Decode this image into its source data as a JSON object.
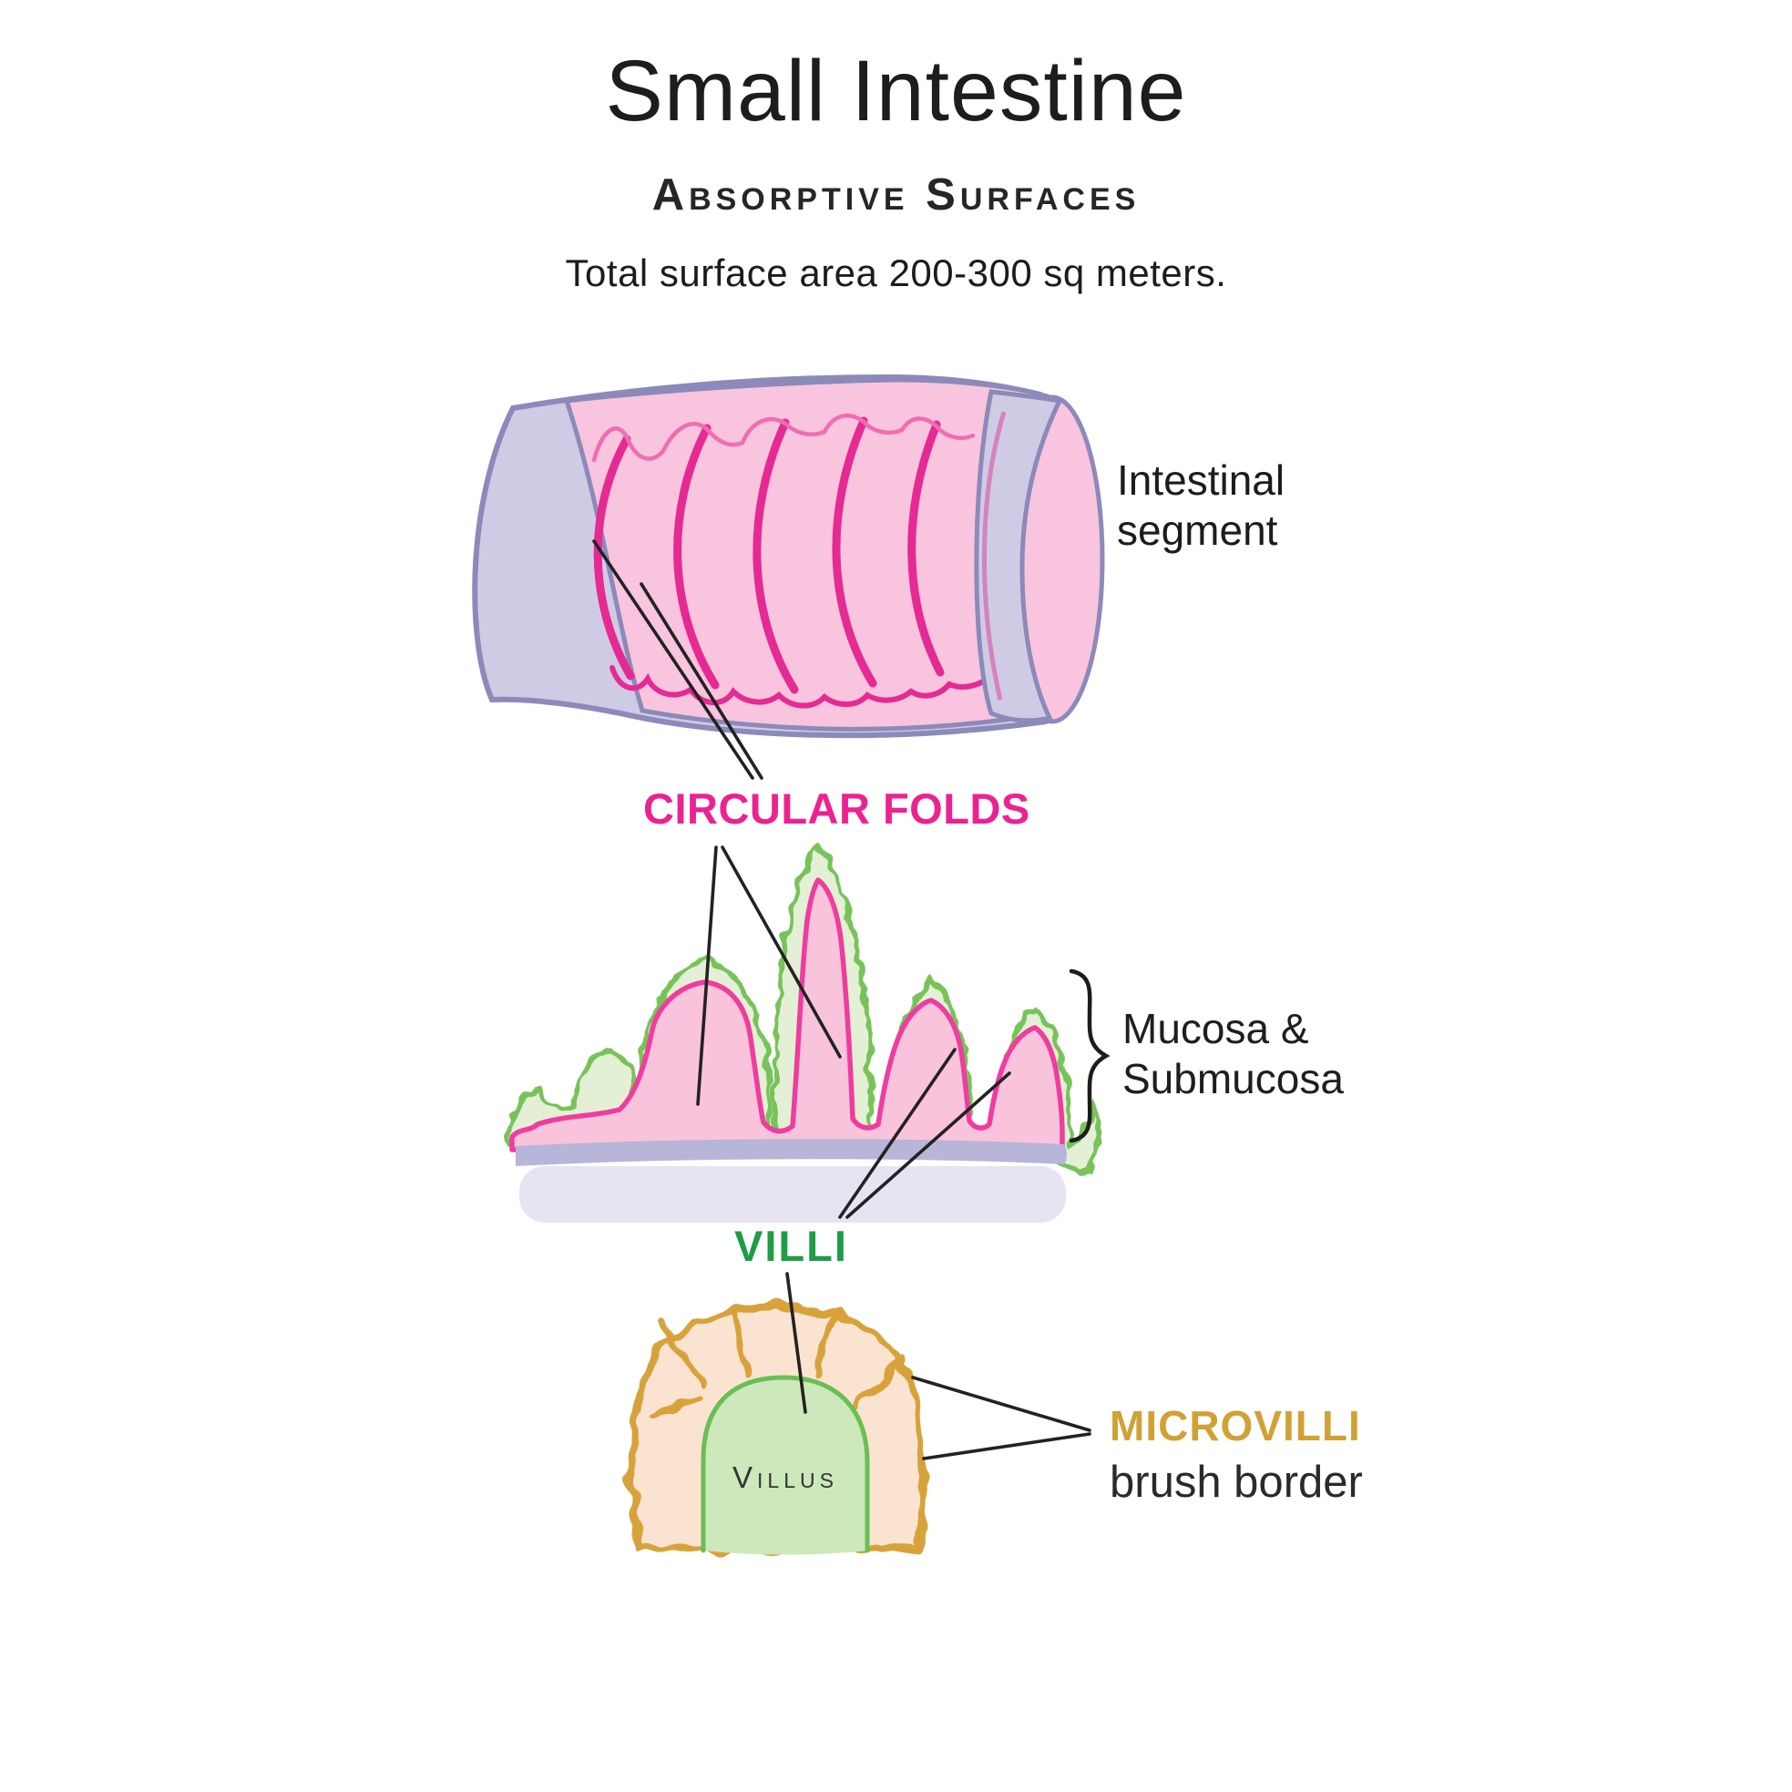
{
  "header": {
    "title": "Small Intestine",
    "subtitle": "Absorptive Surfaces",
    "tagline": "Total surface area 200-300 sq meters."
  },
  "labels": {
    "intestinal_segment_line1": "Intestinal",
    "intestinal_segment_line2": "segment",
    "circular_folds": "CIRCULAR FOLDS",
    "mucosa_line1": "Mucosa &",
    "mucosa_line2": "Submucosa",
    "villi": "VILLI",
    "villus": "Villus",
    "microvilli": "MICROVILLI",
    "brush_border": "brush border"
  },
  "icons": {
    "brace": "curly-brace-icon"
  },
  "colors": {
    "title_text": "#1d1d1f",
    "circular_folds_label": "#ec2290",
    "villi_label": "#1f9c45",
    "microvilli_label": "#d2a135",
    "tube_outer_fill": "#cfcbe4",
    "tube_outline": "#8b8aba",
    "lumen_pink": "#f9c4dd",
    "fold_magenta": "#e52a93",
    "mucosa_pink": "#f9c3dc",
    "mucosa_outline": "#ee3d9e",
    "villi_green_fill": "#e3f0d5",
    "villi_green_stroke": "#77c35a",
    "submucosa_band": "#b7b5d8",
    "submucosa_block": "#e6e4f2",
    "villus_dome_fill": "#cde8ba",
    "villus_dome_stroke": "#6abf52",
    "microvilli_peach": "#fbe3d2",
    "microvilli_gold": "#d8a23b",
    "pointer_line": "#222222"
  }
}
